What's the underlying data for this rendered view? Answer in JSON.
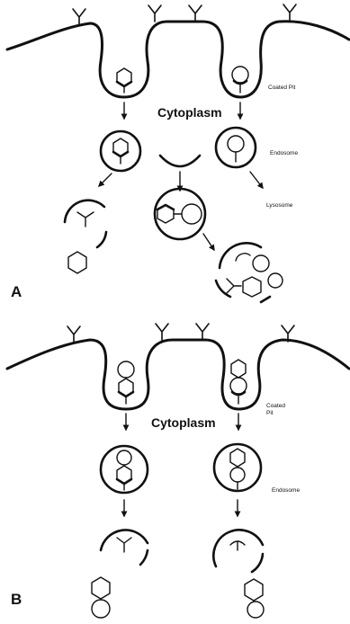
{
  "panels": [
    {
      "letter": "A",
      "cytoplasm_label": "Cytoplasm",
      "coated_pit_label": "Coated Pit",
      "endosome_label": "Endosome",
      "lysosome_label": "Lysosome"
    },
    {
      "letter": "B",
      "cytoplasm_label": "Cytoplasm",
      "coated_pit_label_line1": "Coated",
      "coated_pit_label_line2": "Pit",
      "endosome_label": "Endosome"
    }
  ]
}
